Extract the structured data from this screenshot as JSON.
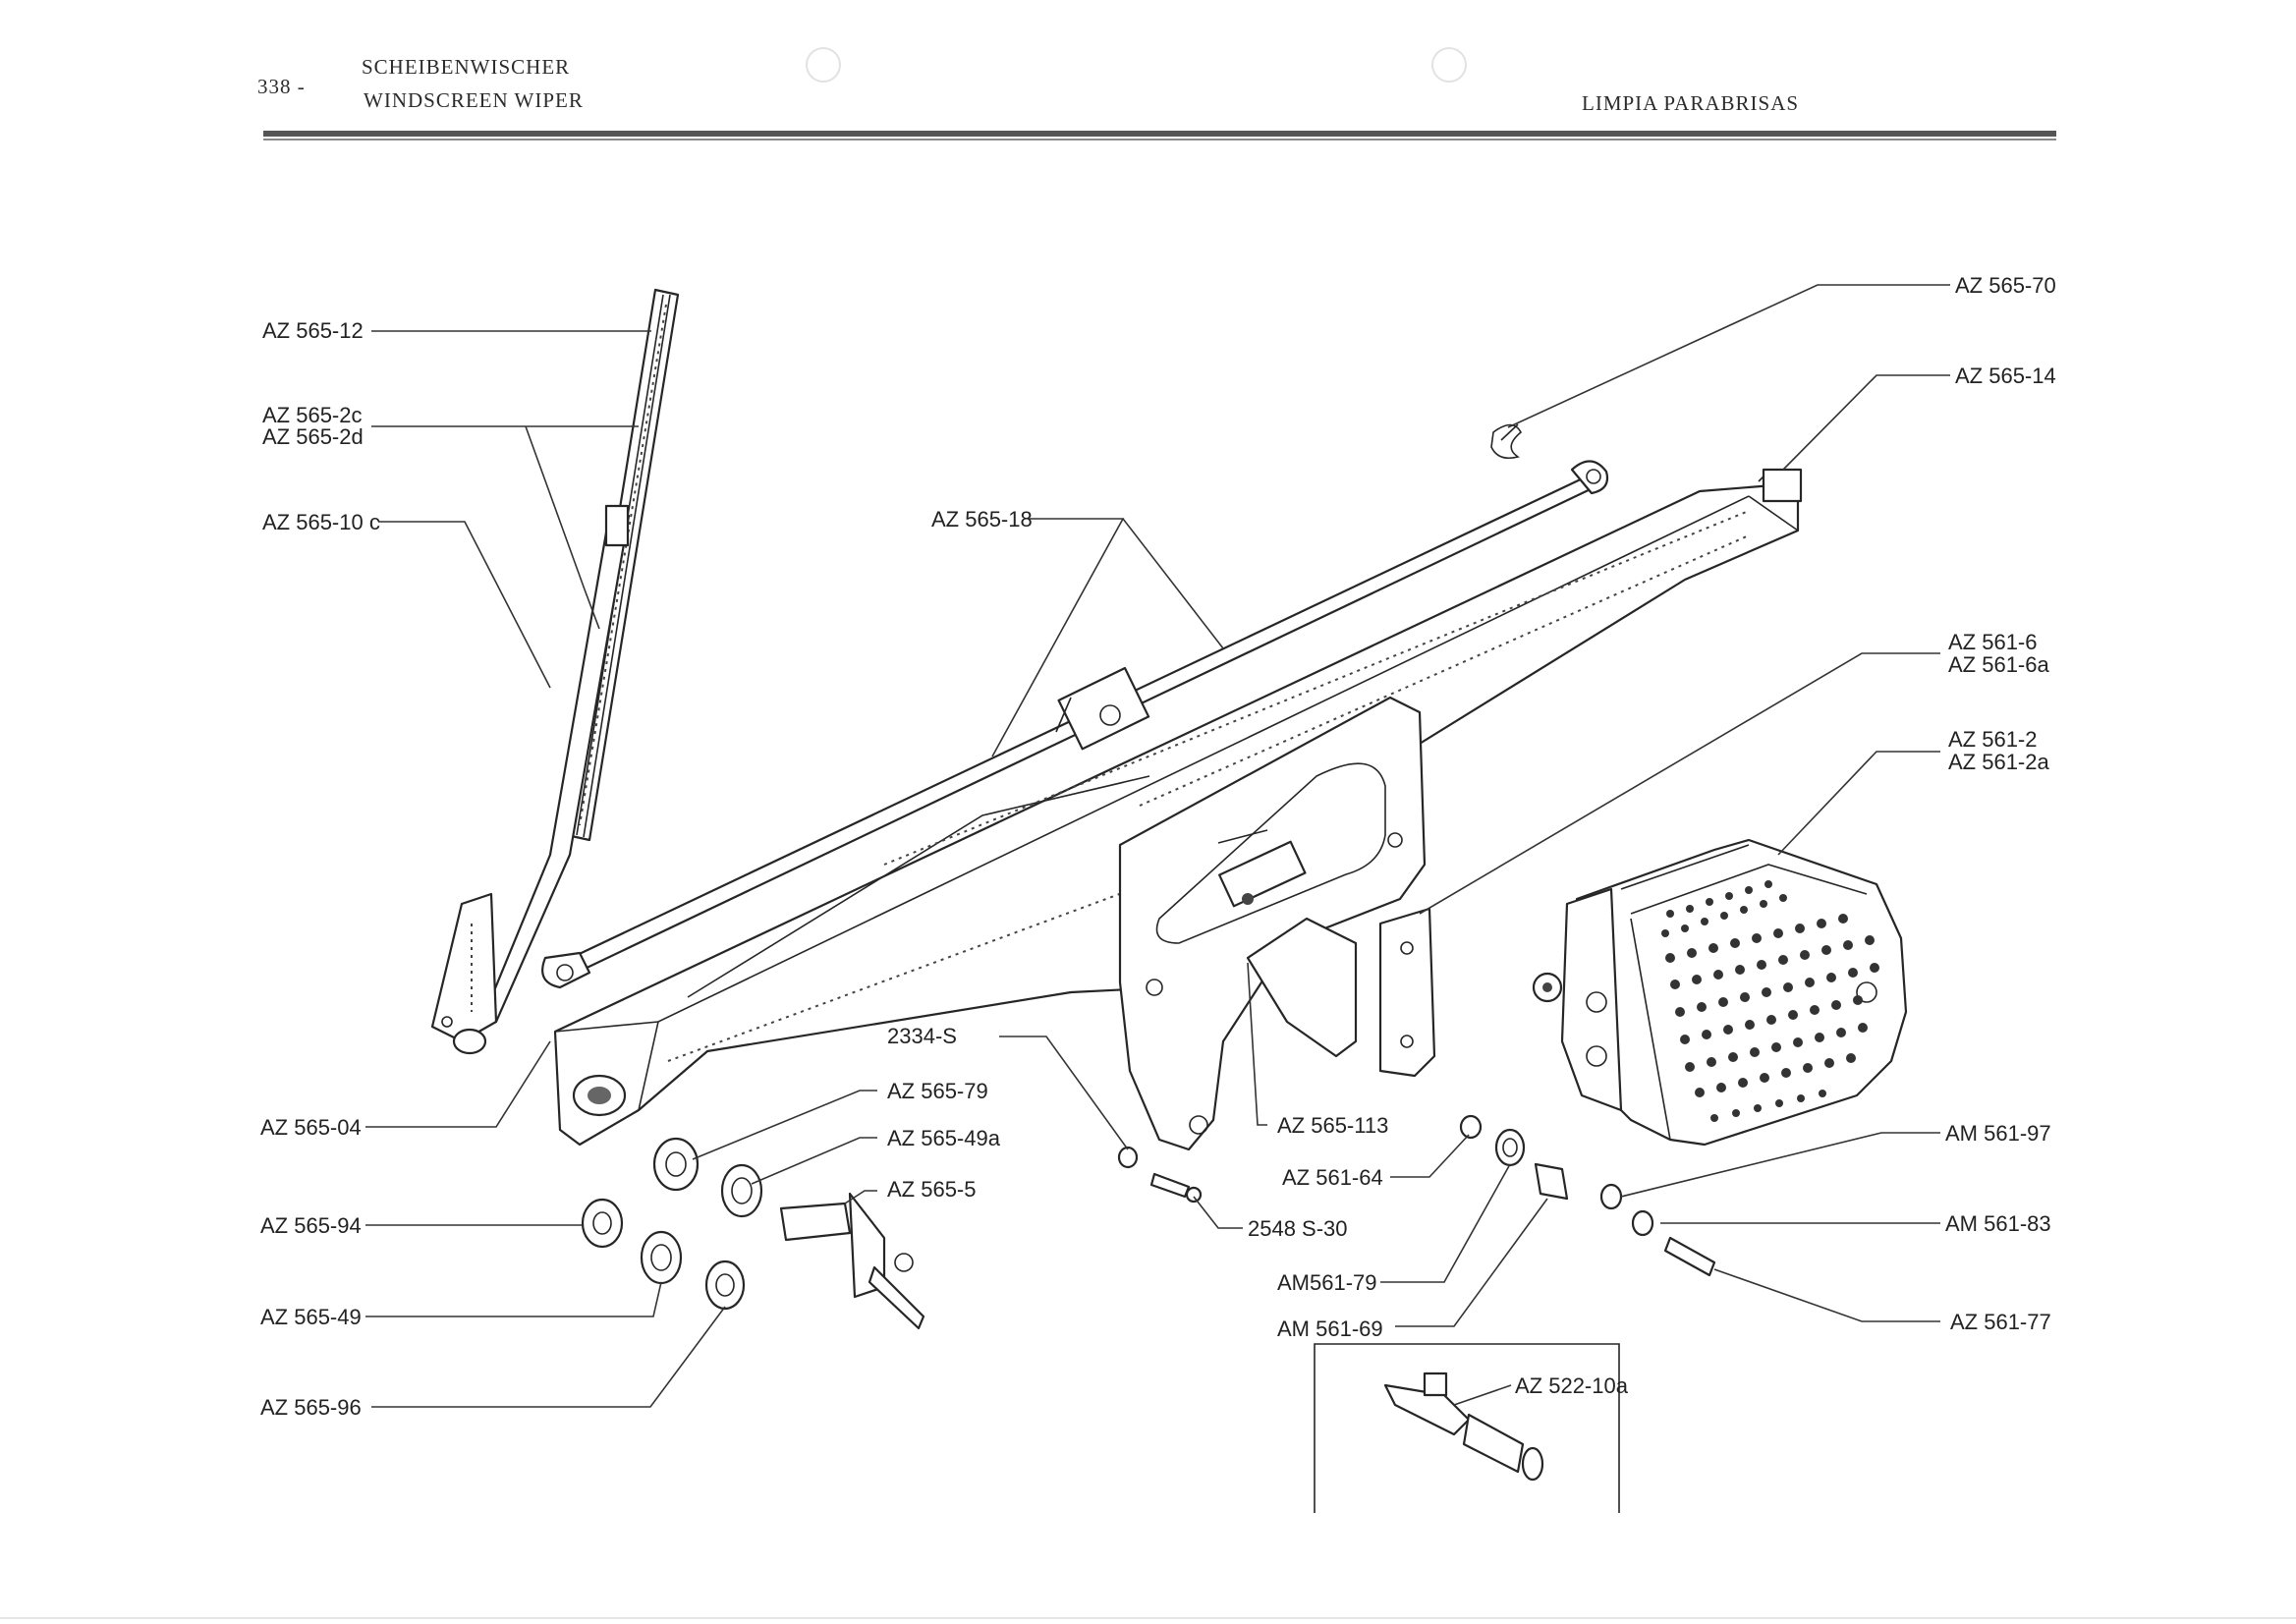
{
  "header": {
    "page_number": "338 -",
    "title_de": "SCHEIBENWISCHER",
    "title_en": "WINDSCREEN WIPER",
    "title_es": "LIMPIA PARABRISAS"
  },
  "labels": {
    "az565_12": "AZ 565-12",
    "az565_2c": "AZ 565-2c",
    "az565_2d": "AZ 565-2d",
    "az565_10c": "AZ 565-10 c",
    "az565_18": "AZ 565-18",
    "az565_70": "AZ 565-70",
    "az565_14": "AZ 565-14",
    "az561_6": "AZ 561-6",
    "az561_6a": "AZ 561-6a",
    "az561_2": "AZ 561-2",
    "az561_2a": "AZ 561-2a",
    "s2334": "2334-S",
    "az565_79": "AZ 565-79",
    "az565_49a": "AZ 565-49a",
    "az565_5": "AZ 565-5",
    "az565_04": "AZ 565-04",
    "az565_94": "AZ 565-94",
    "az565_49": "AZ 565-49",
    "az565_96": "AZ 565-96",
    "az565_113": "AZ 565-113",
    "az561_64": "AZ 561-64",
    "s2548": "2548 S-30",
    "am561_79": "AM561-79",
    "am561_69": "AM 561-69",
    "am561_97": "AM 561-97",
    "am561_83": "AM 561-83",
    "az561_77": "AZ 561-77",
    "az522_10a": "AZ 522-10a"
  }
}
